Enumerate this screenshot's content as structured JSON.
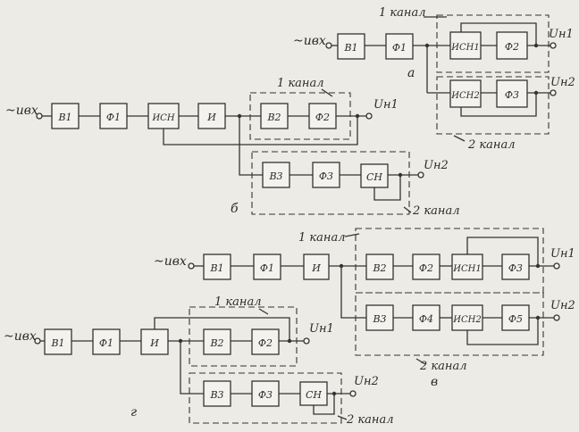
{
  "input_label": "~uвх",
  "output_label_1": "Uн1",
  "output_label_2": "Uн2",
  "channel_1": "1 канал",
  "channel_2": "2 канал",
  "figures": {
    "a": {
      "letter": "а",
      "blocks": [
        "В1",
        "Ф1",
        "ИСН1",
        "Ф2",
        "ИСН2",
        "Ф3"
      ]
    },
    "b": {
      "letter": "б",
      "blocks": [
        "В1",
        "Ф1",
        "ИСН",
        "И",
        "В2",
        "Ф2",
        "В3",
        "Ф3",
        "СН"
      ]
    },
    "v": {
      "letter": "в",
      "blocks": [
        "В1",
        "Ф1",
        "И",
        "В2",
        "Ф2",
        "ИСН1",
        "Ф3",
        "В3",
        "Ф4",
        "ИСН2",
        "Ф5"
      ]
    },
    "g": {
      "letter": "г",
      "blocks": [
        "В1",
        "Ф1",
        "И",
        "В2",
        "Ф2",
        "В3",
        "Ф3",
        "СН"
      ]
    }
  }
}
